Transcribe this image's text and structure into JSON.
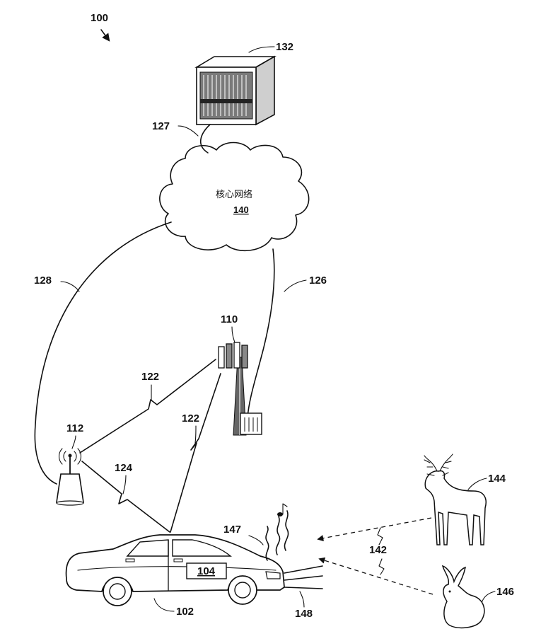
{
  "labels": {
    "fig": "100",
    "server": "132",
    "link_server": "127",
    "network": "140",
    "network_name": "核心网络",
    "link_left": "128",
    "link_right": "126",
    "tower": "110",
    "wireless_a": "122",
    "wireless_b": "122",
    "access_point": "112",
    "wireless_ap": "124",
    "vehicle": "102",
    "vehicle_unit": "104",
    "emission": "147",
    "detection": "142",
    "deer": "144",
    "rabbit": "146",
    "exhaust": "148"
  }
}
